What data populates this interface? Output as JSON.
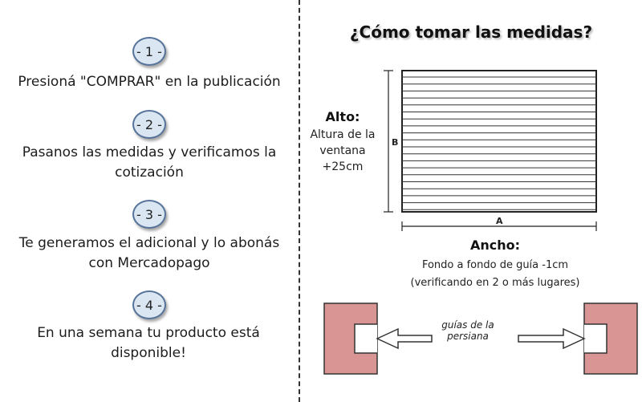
{
  "steps": [
    {
      "badge": "- 1 -",
      "text": "Presioná \"COMPRAR\" en la publicación"
    },
    {
      "badge": "- 2 -",
      "text": "Pasanos las medidas y verificamos la cotización"
    },
    {
      "badge": "- 3 -",
      "text": "Te generamos el adicional y lo abonás con Mercadopago"
    },
    {
      "badge": "- 4 -",
      "text": "En una semana tu producto está disponible!"
    }
  ],
  "measure": {
    "title": "¿Cómo tomar las medidas?",
    "alto_heading": "Alto:",
    "alto_desc": "Altura de la ventana +25cm",
    "label_b": "B",
    "label_a": "A",
    "ancho_heading": "Ancho:",
    "ancho_line1": "Fondo a fondo de guía -1cm",
    "ancho_line2": "(verificando en 2 o más lugares)",
    "guia_text": "guías de la persiana"
  },
  "colors": {
    "badge_fill": "#dbe6f3",
    "badge_border": "#56739a",
    "guide_block": "#d99594"
  }
}
